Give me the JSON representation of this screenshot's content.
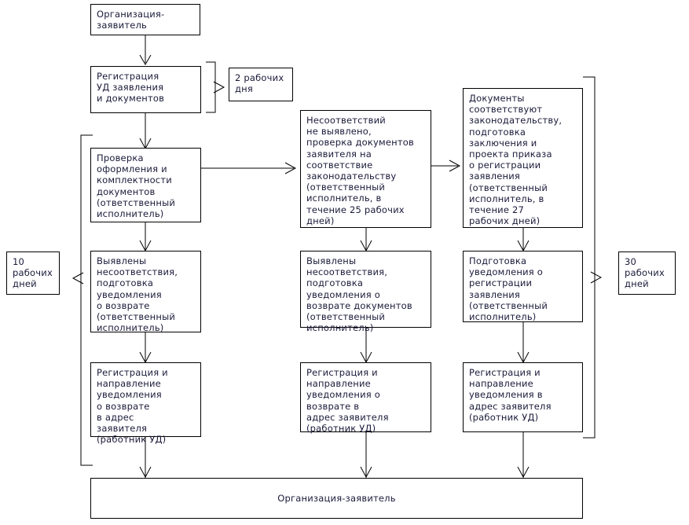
{
  "diagram": {
    "title_top": "Организация-заявитель",
    "title_bottom": "Организация-заявитель",
    "boxes": {
      "applicant_top": "Организация-\nзаявитель",
      "registration": "Регистрация\nУД заявления\nи документов",
      "term_2_days": "2 рабочих\nдня",
      "check_documents": "Проверка\nоформления и\nкомплектности\nдокументов\n(ответственный\nисполнитель)",
      "no_discrepancies": "Несоответствий\nне выявлено,\nпроверка документов\nзаявителя на\nсоответствие\nзаконодательству\n(ответственный\nисполнитель, в\nтечение 25 рабочих\nдней)",
      "documents_compliant": "Документы\nсоответствуют\nзаконодательству,\nподготовка\nзаключения и\nпроекта приказа\nо регистрации\nзаявления\n(ответственный\nисполнитель, в\nтечение 27\nрабочих дней)",
      "discrepancies_found_left": "Выявлены\nнесоответствия,\nподготовка\nуведомления\nо возврате\n(ответственный\nисполнитель)",
      "discrepancies_found_mid": "Выявлены\nнесоответствия,\nподготовка\nуведомления о\nвозврате документов\n(ответственный\nисполнитель)",
      "notice_registration": "Подготовка\nуведомления о\nрегистрации\nзаявления\n(ответственный\nисполнитель)",
      "term_10_days": "10\nрабочих\nдней",
      "term_30_days": "30\nрабочих\nдней",
      "send_notice_left": "Регистрация и\nнаправление\nуведомления\nо возврате\nв адрес\nзаявителя\n(работник УД)",
      "send_notice_mid": "Регистрация и\nнаправление\nуведомления о\nвозврате в\nадрес заявителя\n(работник УД)",
      "send_notice_right": "Регистрация и\nнаправление\nуведомления в\nадрес заявителя\n(работник УД)",
      "applicant_bottom": "Организация-заявитель"
    },
    "colors": {
      "stroke": "#000000",
      "text": "#1a1a3a",
      "background": "#ffffff"
    }
  }
}
